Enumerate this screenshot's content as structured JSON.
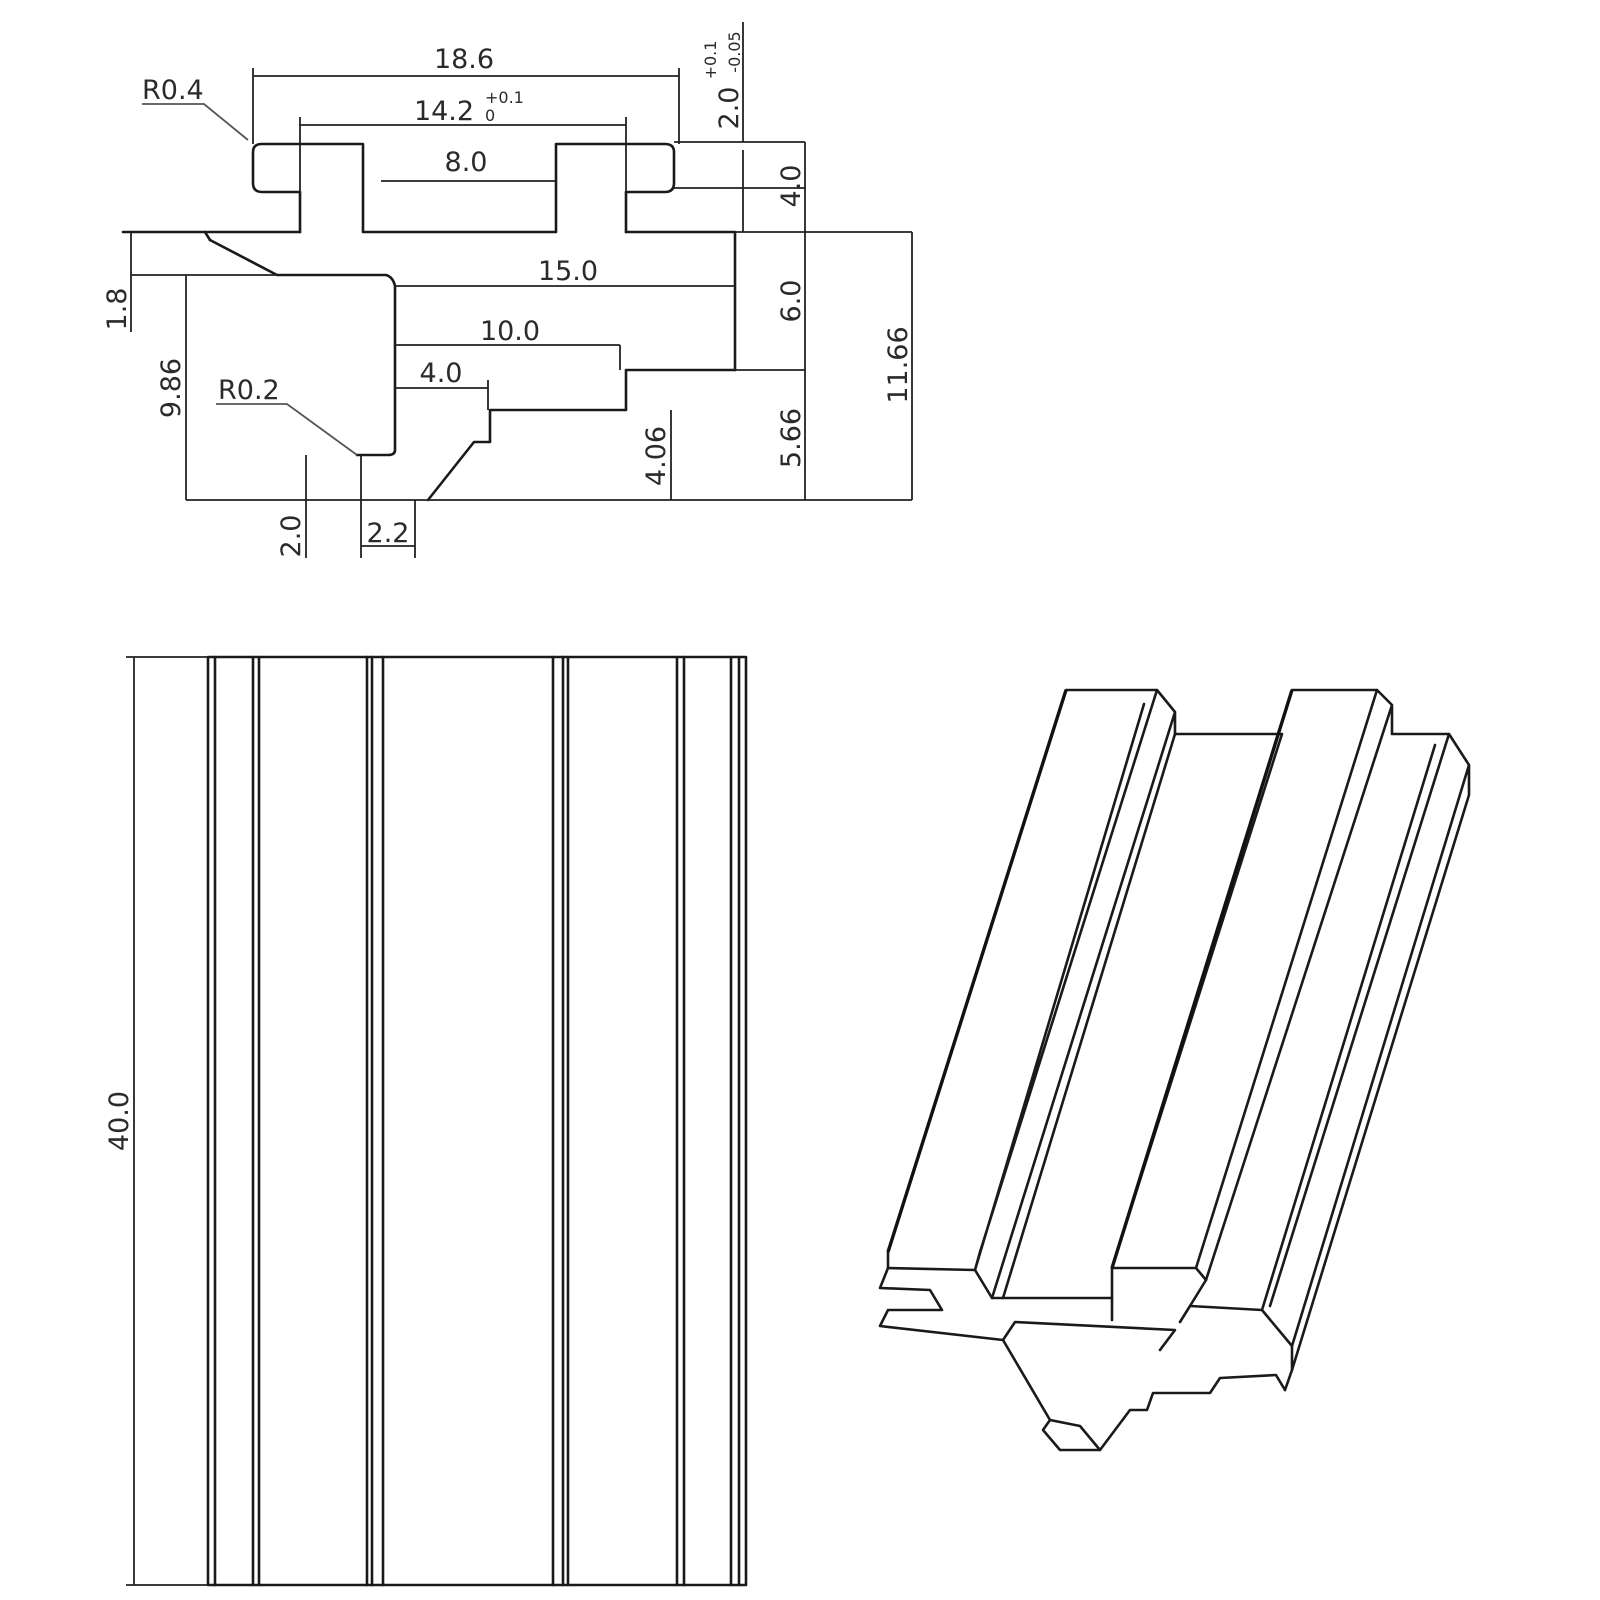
{
  "section_view": {
    "dims": {
      "width_top": "18.6",
      "width_slot_outer": "14.2",
      "width_slot_outer_tol_upper": "+0.1",
      "width_slot_outer_tol_lower": "0",
      "width_slot_inner": "8.0",
      "thickness_flange": "2.0",
      "thickness_flange_tol_upper": "+0.1",
      "thickness_flange_tol_lower": "-0.05",
      "height_rib": "4.0",
      "width_body": "15.0",
      "height_body_upper": "6.0",
      "width_step": "10.0",
      "width_nose": "4.0",
      "height_left_step": "1.8",
      "height_left_body": "9.86",
      "height_lower": "5.66",
      "height_step_right": "4.06",
      "height_total": "11.66",
      "width_foot_a": "2.0",
      "width_foot_b": "2.2"
    },
    "radii": {
      "r_top": "R0.4",
      "r_bottom": "R0.2"
    }
  },
  "front_view": {
    "length": "40.0"
  }
}
